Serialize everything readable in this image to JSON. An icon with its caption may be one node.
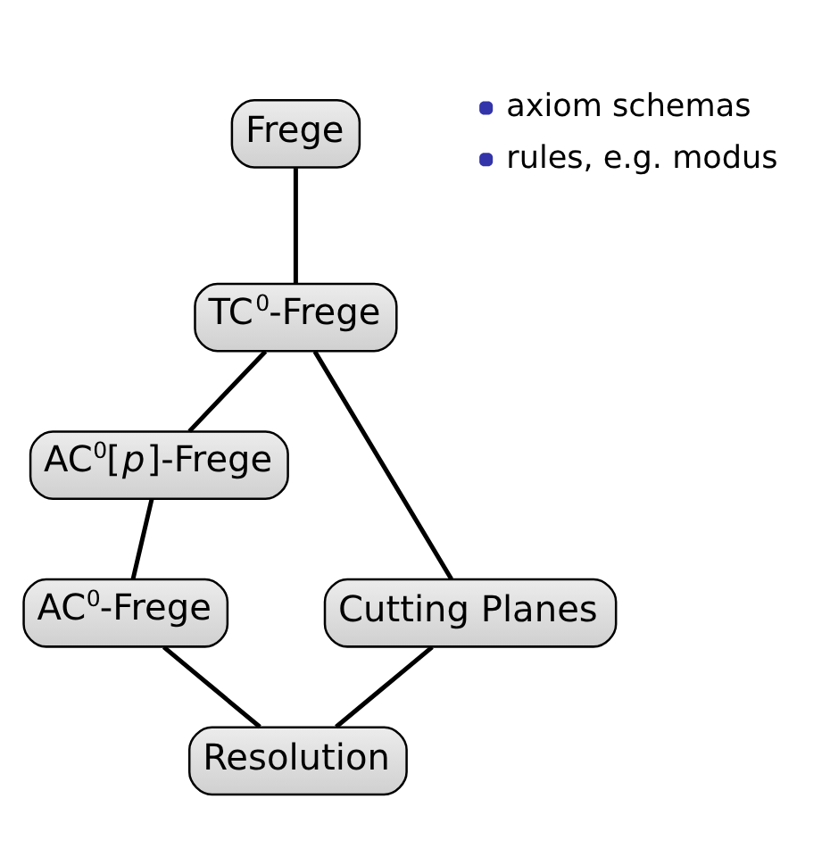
{
  "diagram": {
    "nodes": [
      {
        "text": [
          "Frege"
        ]
      },
      {
        "text": [
          "TC$^{0}$-Frege"
        ]
      },
      {
        "text": [
          "AC$^{0}$[*p*]-Frege"
        ]
      },
      {
        "text": [
          "AC$^{0}$-Frege"
        ]
      },
      {
        "text": [
          "Cutting Planes"
        ]
      },
      {
        "text": [
          "Resolution"
        ]
      }
    ],
    "edges": [
      {
        "from": 0,
        "to": 1,
        "arrow": "none"
      },
      {
        "from": 1,
        "to": 2,
        "arrow": "none"
      },
      {
        "from": 1,
        "to": 4,
        "arrow": "none"
      },
      {
        "from": 2,
        "to": 3,
        "arrow": "none"
      },
      {
        "from": 3,
        "to": 5,
        "arrow": "none"
      },
      {
        "from": 4,
        "to": 5,
        "arrow": "none"
      }
    ],
    "labels": [
      "axiom schemas",
      "rules, e.g. modus"
    ]
  }
}
